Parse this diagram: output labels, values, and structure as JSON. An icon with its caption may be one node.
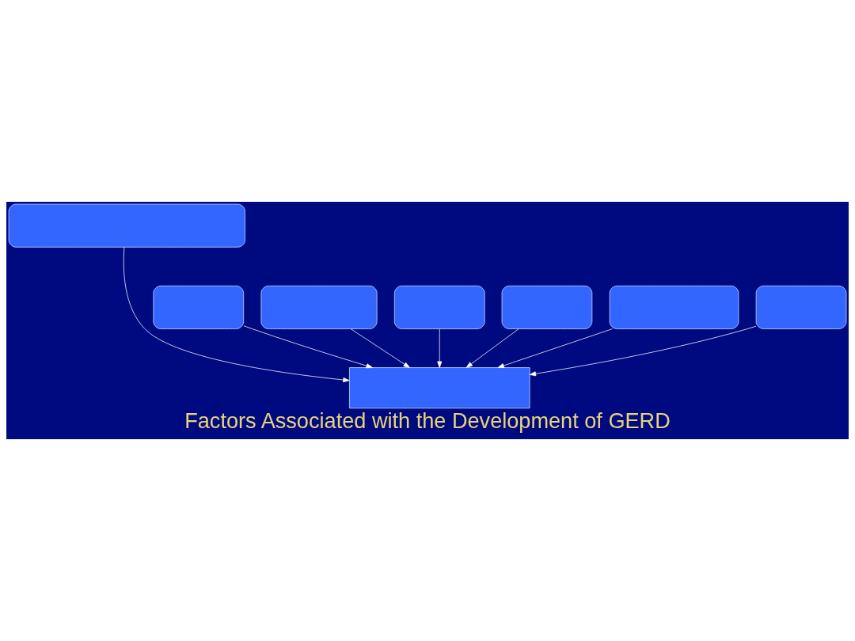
{
  "diagram": {
    "title": "Factors Associated with the Development of GERD",
    "nodes": [
      {
        "text": [],
        "shape": "box"
      },
      {
        "text": [],
        "shape": "box"
      },
      {
        "text": [],
        "shape": "box"
      },
      {
        "text": [],
        "shape": "box"
      },
      {
        "text": [],
        "shape": "box"
      },
      {
        "text": [],
        "shape": "box"
      },
      {
        "text": [],
        "shape": "box"
      },
      {
        "text": [],
        "shape": "dome"
      }
    ],
    "edges": [
      {
        "from": 0,
        "to": 7,
        "arrow": "to"
      },
      {
        "from": 1,
        "to": 7,
        "arrow": "to"
      },
      {
        "from": 2,
        "to": 7,
        "arrow": "to"
      },
      {
        "from": 3,
        "to": 7,
        "arrow": "to"
      },
      {
        "from": 4,
        "to": 7,
        "arrow": "to"
      },
      {
        "from": 5,
        "to": 7,
        "arrow": "to"
      },
      {
        "from": 6,
        "to": 7,
        "arrow": "to"
      }
    ]
  }
}
